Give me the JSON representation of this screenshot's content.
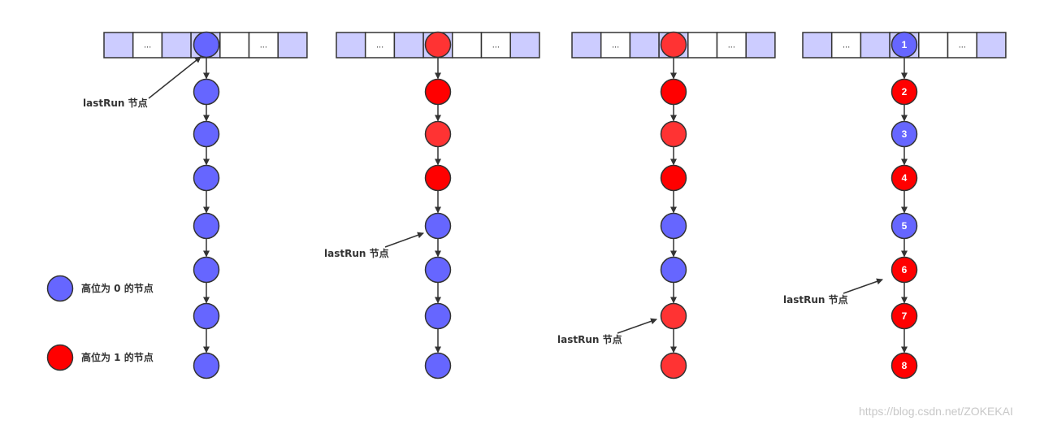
{
  "colors": {
    "blue_node": "#6666ff",
    "red_node": "#ff0000",
    "red_node_light": "#ff3333",
    "cell_filled": "#ccccff",
    "stroke": "#333333"
  },
  "array_cells": [
    "filled",
    "dots",
    "filled",
    "node",
    "empty",
    "dots",
    "filled"
  ],
  "array_dots_text": "...",
  "legend": [
    {
      "color": "blue",
      "label": "高位为 0 的节点"
    },
    {
      "color": "red",
      "label": "高位为 1 的节点"
    }
  ],
  "panels": [
    {
      "head": "blue",
      "chain": [
        "blue",
        "blue",
        "blue",
        "blue",
        "blue",
        "blue",
        "blue"
      ],
      "head_label": "",
      "labels": [],
      "annotation": {
        "text": "lastRun 节点",
        "target_index": 0
      }
    },
    {
      "head": "red_light",
      "chain": [
        "red",
        "red_light",
        "red",
        "blue",
        "blue",
        "blue",
        "blue"
      ],
      "head_label": "",
      "labels": [],
      "annotation": {
        "text": "lastRun 节点",
        "target_index": 4
      }
    },
    {
      "head": "red_light",
      "chain": [
        "red",
        "red_light",
        "red",
        "blue",
        "blue",
        "red_light",
        "red_light"
      ],
      "head_label": "",
      "labels": [],
      "annotation": {
        "text": "lastRun 节点",
        "target_index": 6
      }
    },
    {
      "head": "blue",
      "chain": [
        "red",
        "blue",
        "red",
        "blue",
        "red",
        "red",
        "red"
      ],
      "head_label": "1",
      "labels": [
        "2",
        "3",
        "4",
        "5",
        "6",
        "7",
        "8"
      ],
      "annotation": {
        "text": "lastRun 节点",
        "target_index": 5
      }
    }
  ],
  "watermark": "https://blog.csdn.net/ZOKEKAI"
}
